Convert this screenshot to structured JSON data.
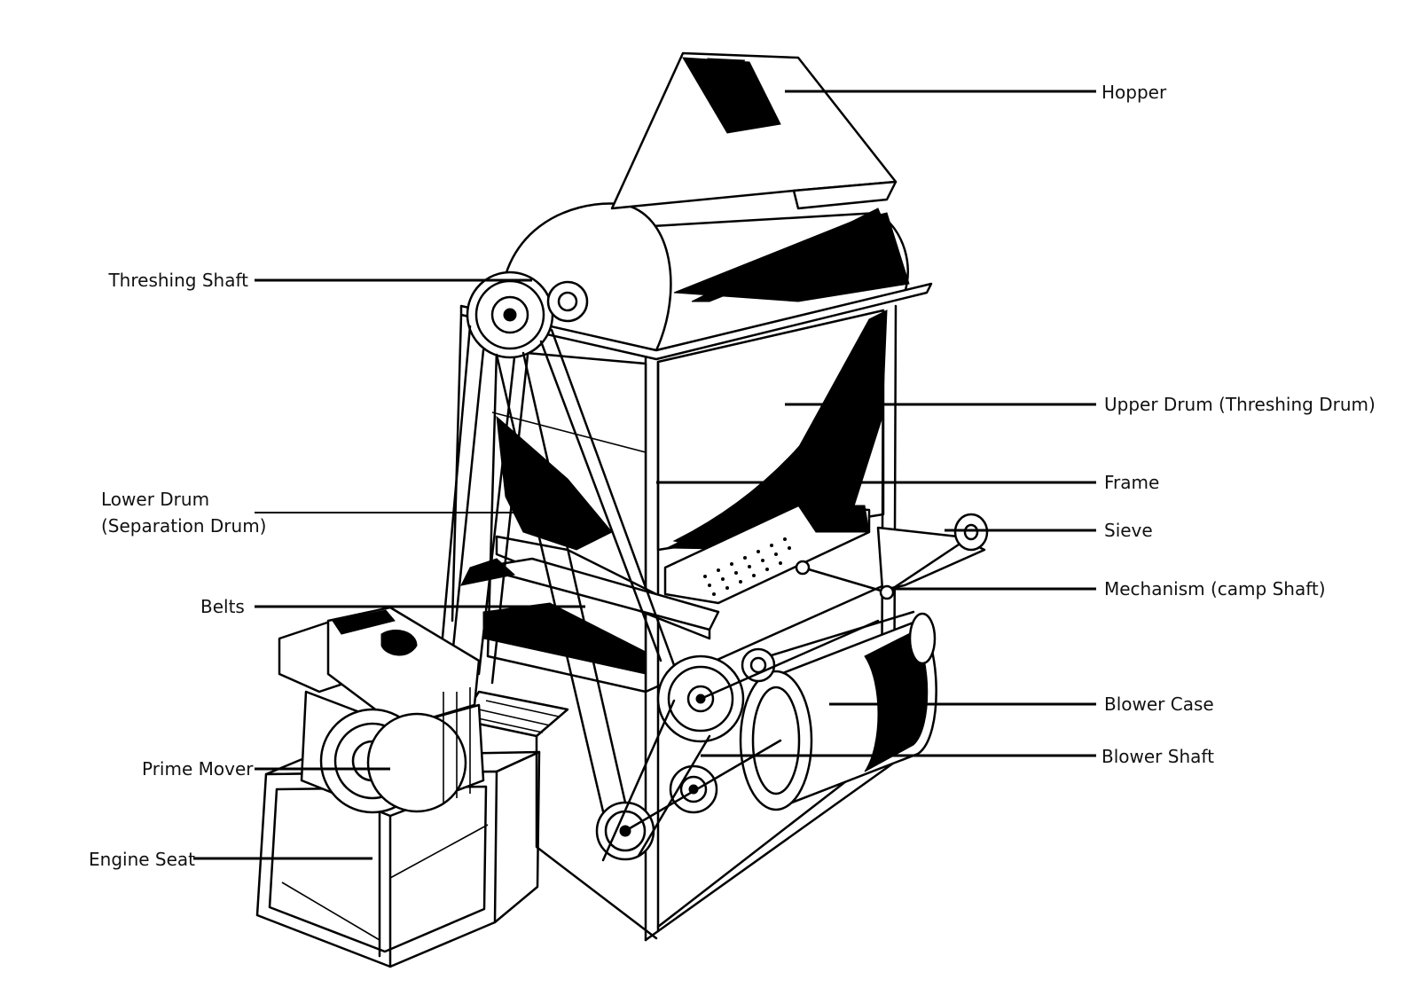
{
  "labels": {
    "hopper": "Hopper",
    "threshing_shaft": "Threshing Shaft",
    "upper_drum": "Upper Drum (Threshing Drum)",
    "frame": "Frame",
    "lower_drum_line1": "Lower Drum",
    "lower_drum_line2": "(Separation Drum)",
    "sieve": "Sieve",
    "mechanism": "Mechanism (camp Shaft)",
    "belts": "Belts",
    "blower_case": "Blower Case",
    "blower_shaft": "Blower Shaft",
    "prime_mover": "Prime Mover",
    "engine_seat": "Engine Seat"
  },
  "colors": {
    "line": "#000000",
    "background": "#ffffff"
  }
}
